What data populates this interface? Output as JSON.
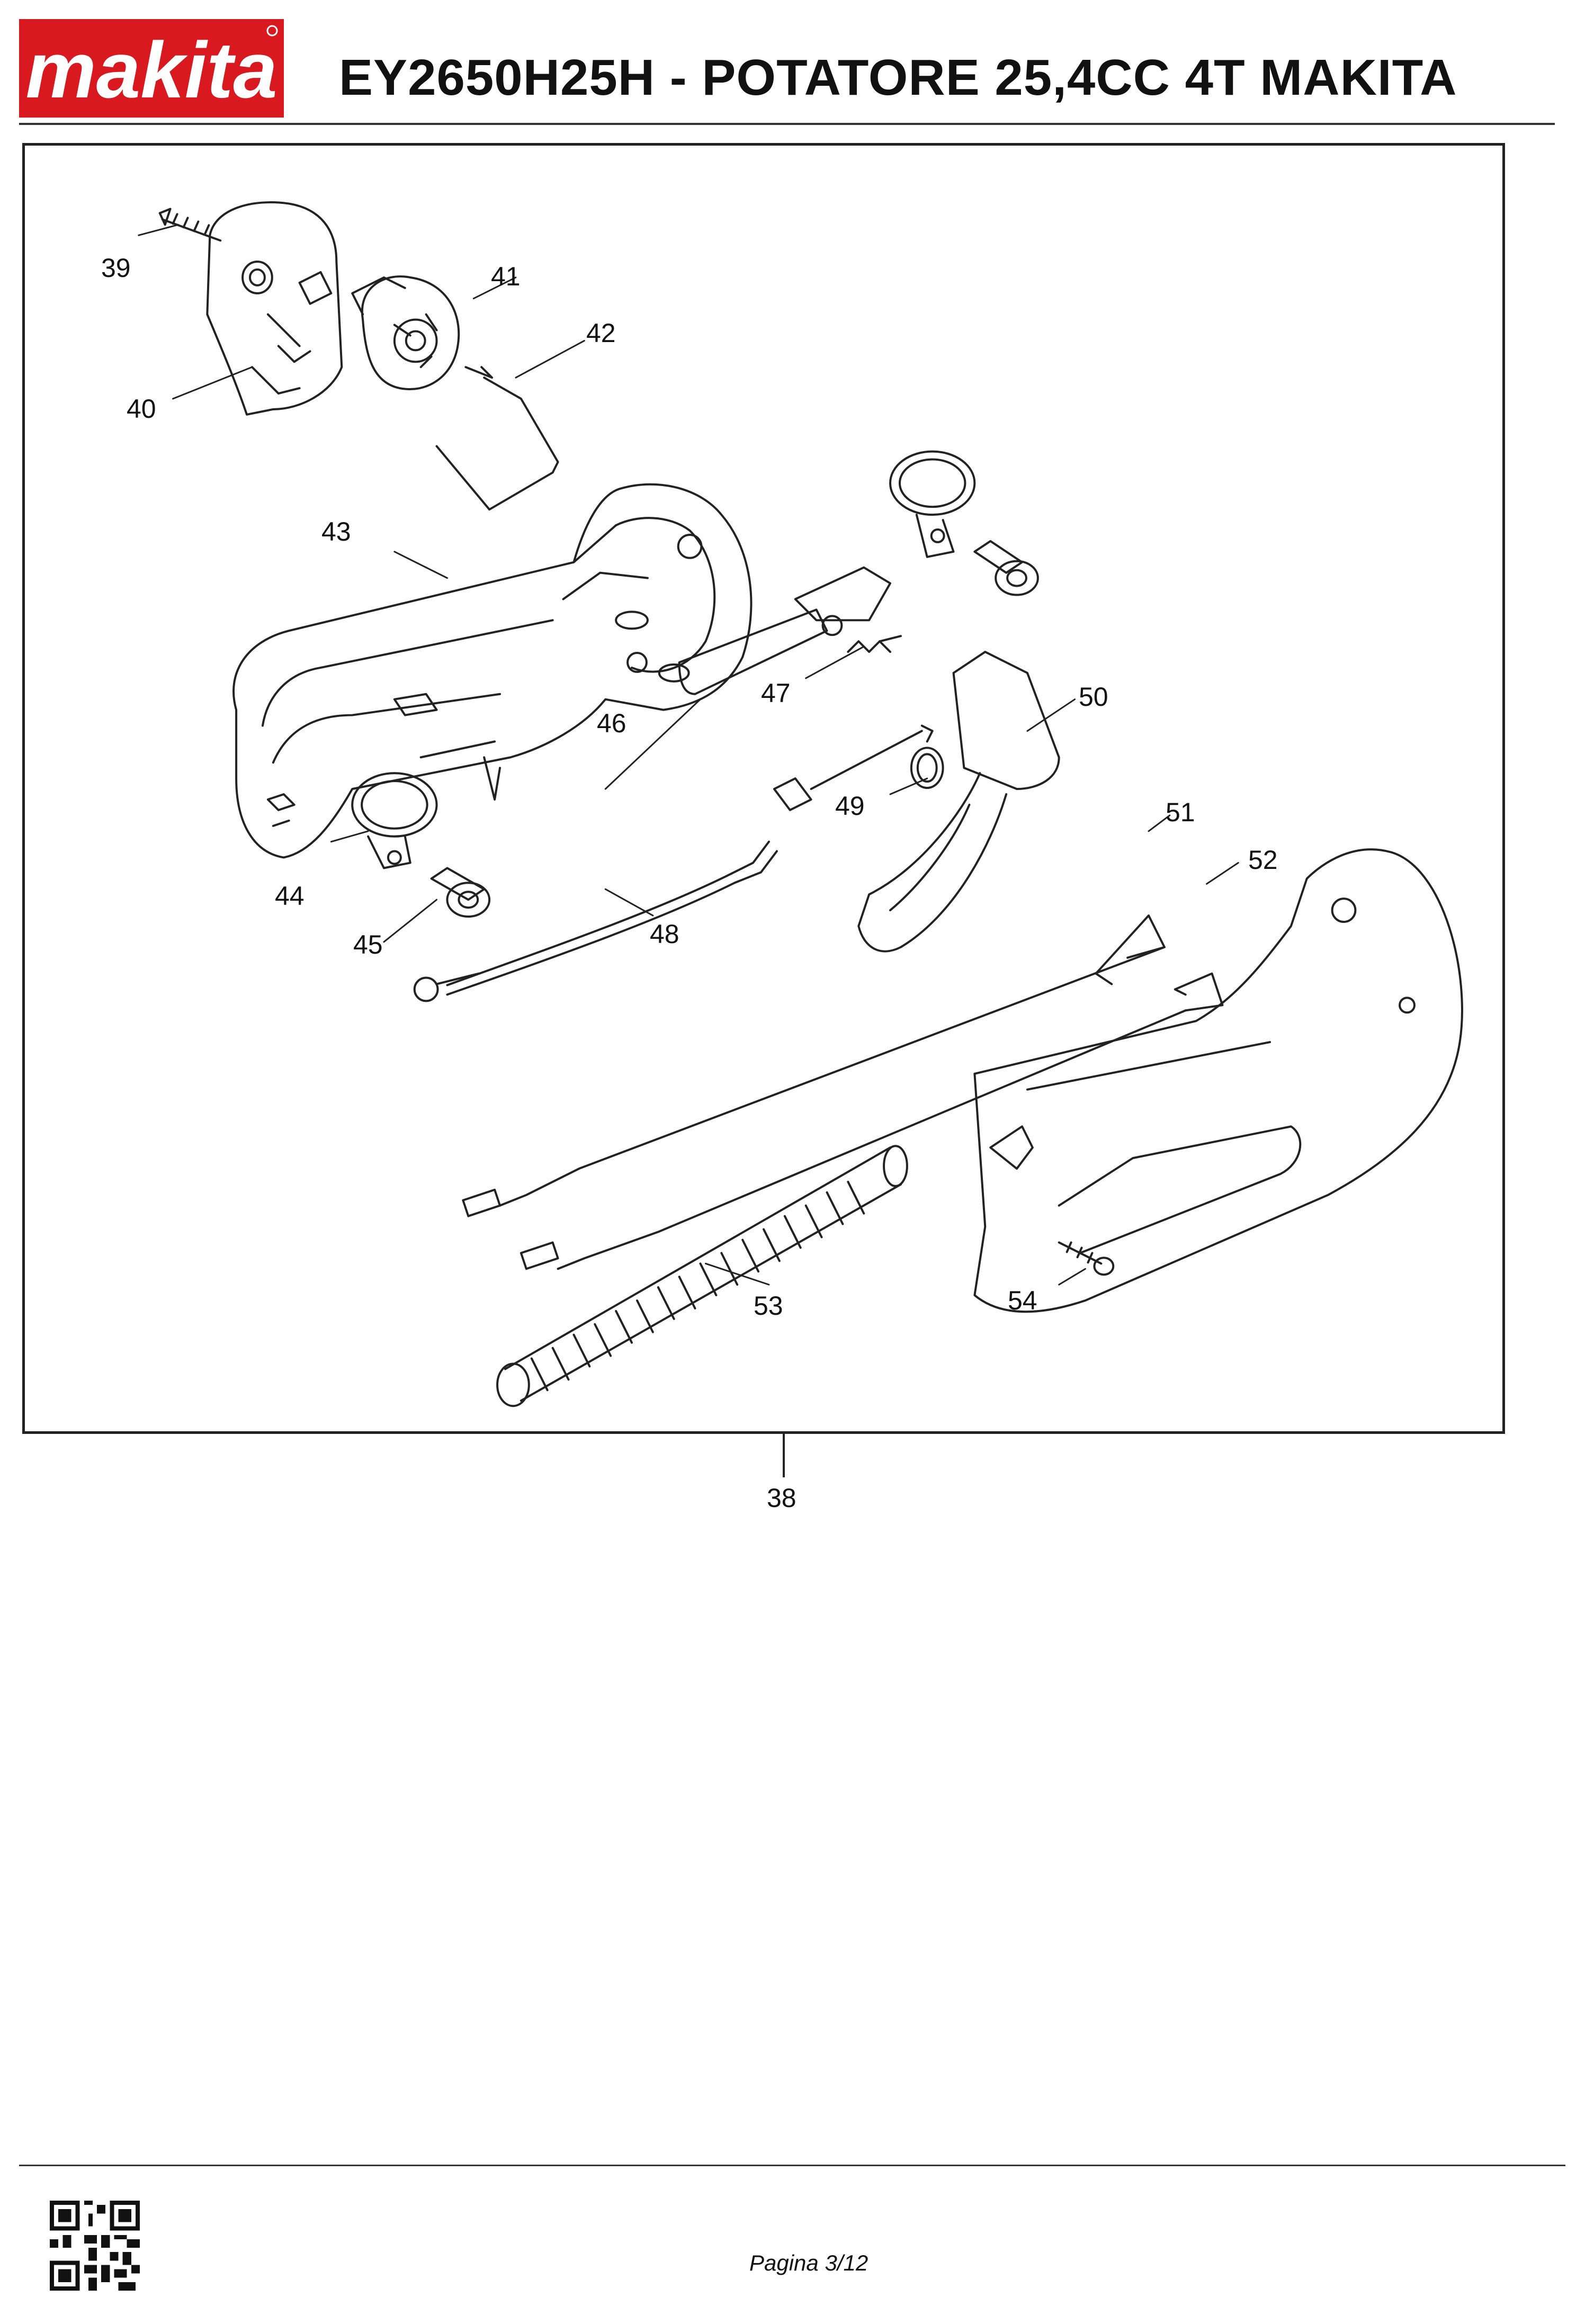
{
  "header": {
    "brand": "makita",
    "title": "EY2650H25H - POTATORE 25,4CC 4T MAKITA"
  },
  "diagram": {
    "assembly_number": "38",
    "callouts": [
      "39",
      "40",
      "41",
      "42",
      "43",
      "44",
      "45",
      "46",
      "47",
      "48",
      "49",
      "50",
      "51",
      "52",
      "53",
      "54"
    ]
  },
  "footer": {
    "page": "Pagina 3/12"
  },
  "colors": {
    "brand_red": "#d8191f",
    "line": "#222222"
  }
}
